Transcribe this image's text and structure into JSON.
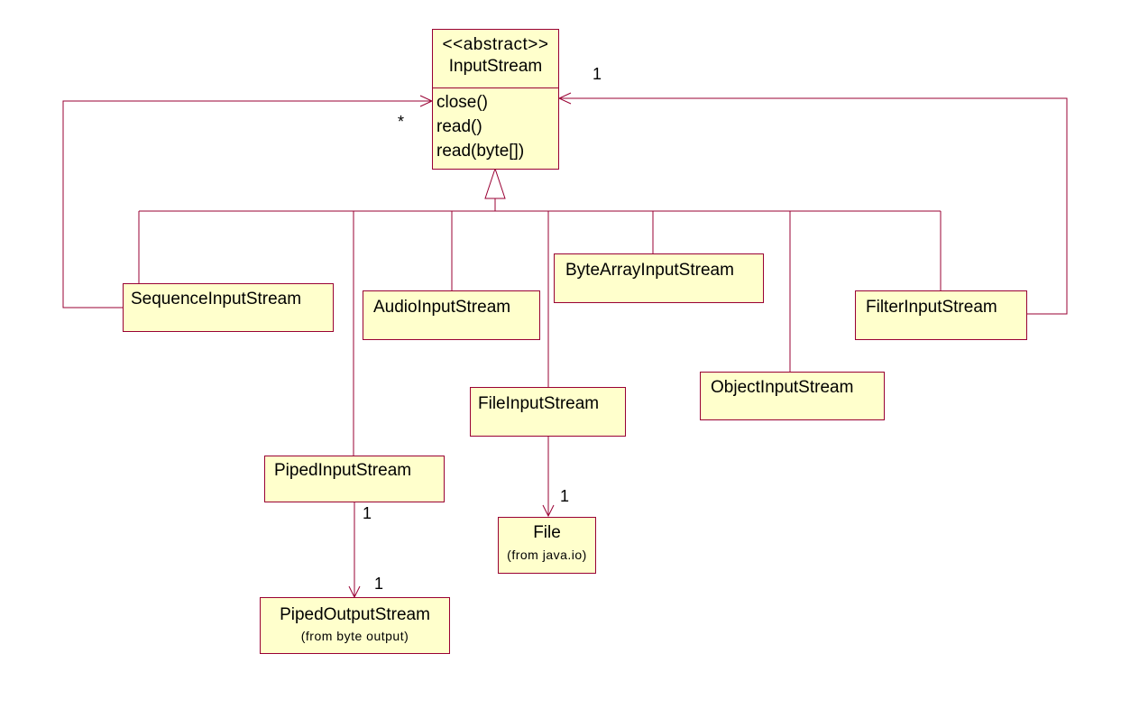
{
  "input_stream": {
    "stereotype": "<<abstract>>",
    "name": "InputStream",
    "operations": [
      "close()",
      "read()",
      "read(byte[])"
    ]
  },
  "classes": {
    "sequence": "SequenceInputStream",
    "audio": "AudioInputStream",
    "byte_array": "ByteArrayInputStream",
    "filter": "FilterInputStream",
    "object": "ObjectInputStream",
    "file_input": "FileInputStream",
    "piped_input": "PipedInputStream"
  },
  "file": {
    "name": "File",
    "package": "(from java.io)"
  },
  "piped_output": {
    "name": "PipedOutputStream",
    "package": "(from byte output)"
  },
  "multiplicities": {
    "filter_to_input": "1",
    "sequence_to_input": "*",
    "file_input_to_file": "1",
    "piped_source": "1",
    "piped_target": "1"
  }
}
